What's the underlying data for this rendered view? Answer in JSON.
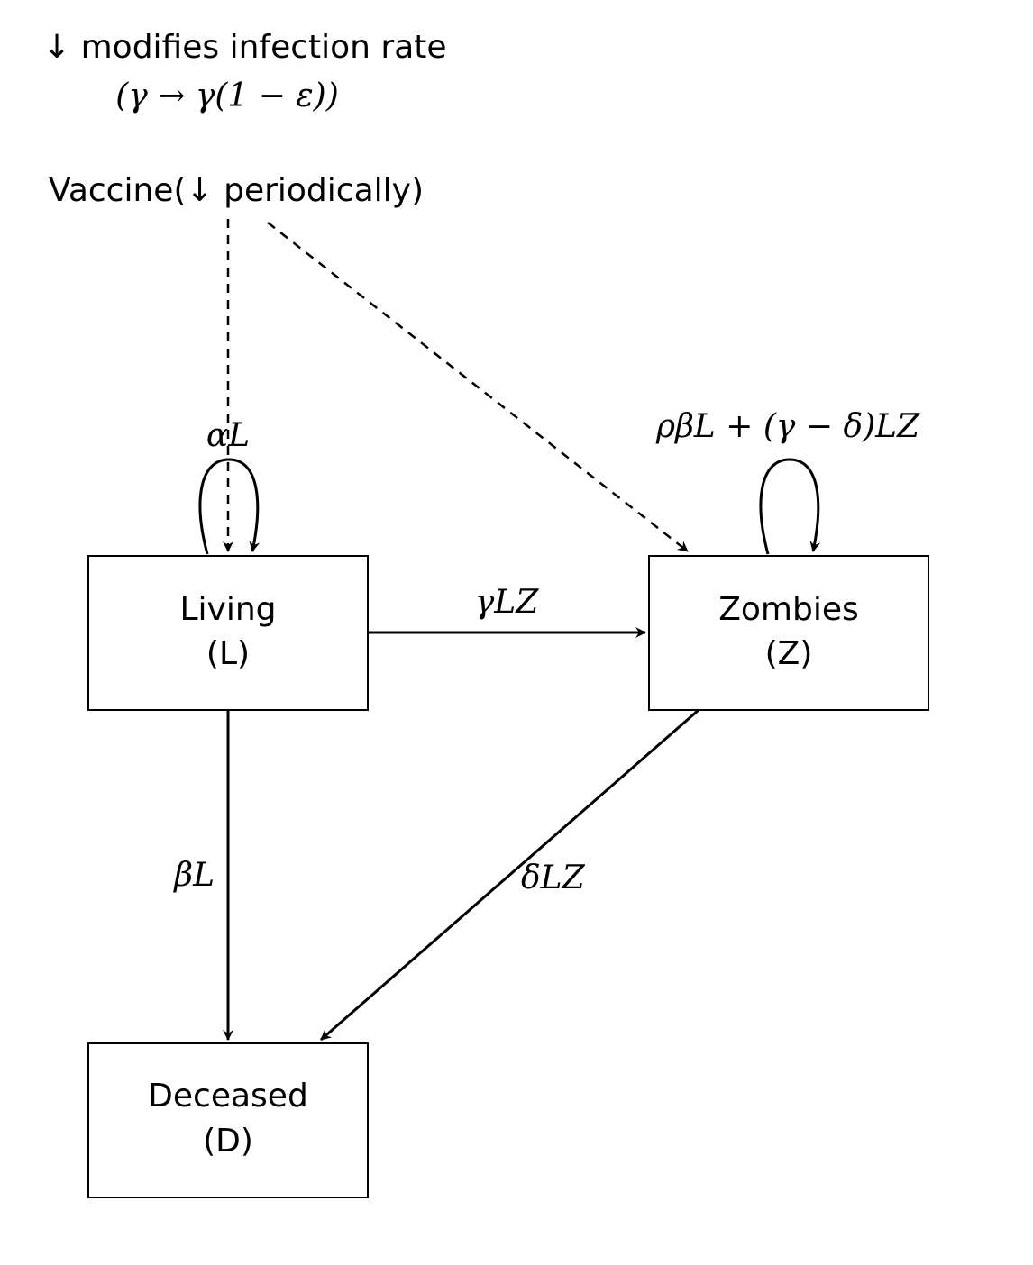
{
  "top_note": {
    "line1": "↓ modifies infection rate",
    "line2": "(γ → γ(1 − ε))"
  },
  "vaccine_label": "Vaccine(↓  periodically)",
  "nodes": {
    "living": {
      "name": "Living",
      "symbol": "(L)"
    },
    "zombies": {
      "name": "Zombies",
      "symbol": "(Z)"
    },
    "deceased": {
      "name": "Deceased",
      "symbol": "(D)"
    }
  },
  "edges": {
    "living_self_loop": "αL",
    "zombies_self_loop": "ρβL + (γ − δ)LZ",
    "living_to_zombies": "γLZ",
    "living_to_deceased": "βL",
    "zombies_to_deceased": "δLZ"
  },
  "colors": {
    "stroke": "#000000",
    "background": "#ffffff"
  }
}
